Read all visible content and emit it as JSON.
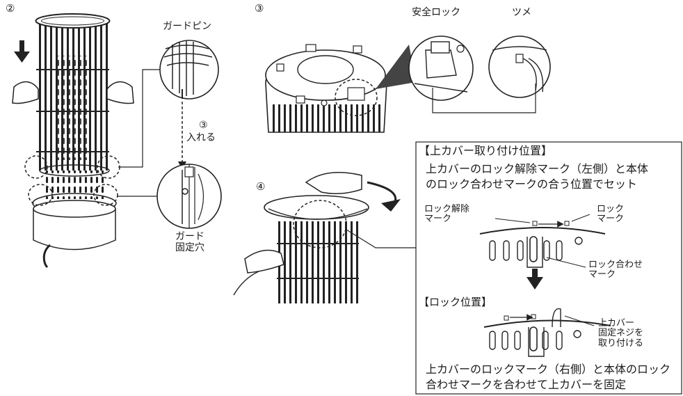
{
  "steps": {
    "s2": "②",
    "s3": "③",
    "s4": "④"
  },
  "step2": {
    "guard_pin": "ガードピン",
    "insert_num": "③",
    "insert": "入れる",
    "guard_hole": "ガード\n固定穴"
  },
  "step3": {
    "safety_lock": "安全ロック",
    "claw": "ツメ"
  },
  "box": {
    "heading": "【上カバー取り付け位置】",
    "desc_line1": "上カバーのロック解除マーク（左側）と本体",
    "desc_line2": "のロック合わせマークの合う位置でセット",
    "unlock_mark": "ロック解除\nマーク",
    "lock_mark": "ロック\nマーク",
    "align_mark": "ロック合わせ\nマーク",
    "lock_heading": "【ロック位置】",
    "screw_label": "上カバー\n固定ネジを\n取り付ける",
    "footer_line1": "上カバーのロックマーク（右側）と本体のロック",
    "footer_line2": "合わせマークを合わせて上カバーを固定"
  }
}
